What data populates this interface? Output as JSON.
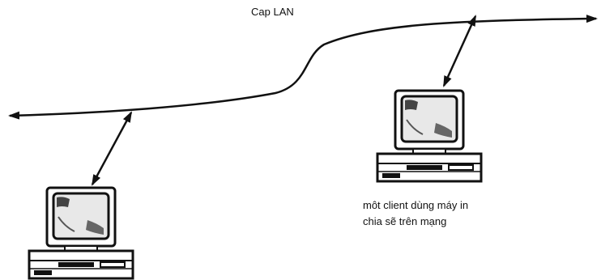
{
  "diagram": {
    "cable_label": "Cap LAN",
    "client_label_line1": "môt client dùng máy in",
    "client_label_line2": "chia sẽ trên mạng",
    "nodes": [
      {
        "id": "computer-left",
        "icon": "desktop-computer-icon"
      },
      {
        "id": "computer-right",
        "icon": "desktop-computer-icon"
      }
    ],
    "connections": [
      {
        "from": "computer-left",
        "to": "lan-cable",
        "direction": "bidirectional"
      },
      {
        "from": "computer-right",
        "to": "lan-cable",
        "direction": "bidirectional"
      }
    ],
    "colors": {
      "ink": "#111111",
      "paper": "#ffffff"
    }
  }
}
